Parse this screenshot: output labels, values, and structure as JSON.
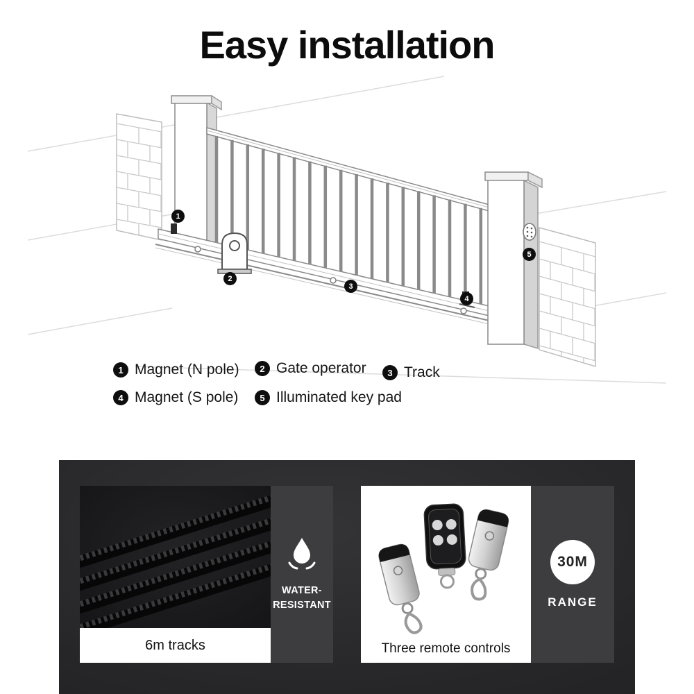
{
  "title": "Easy installation",
  "callouts": [
    "1",
    "2",
    "3",
    "4",
    "5"
  ],
  "legend": [
    {
      "num": "1",
      "label": "Magnet (N pole)"
    },
    {
      "num": "2",
      "label": "Gate operator"
    },
    {
      "num": "3",
      "label": "Track"
    },
    {
      "num": "4",
      "label": "Magnet (S pole)"
    },
    {
      "num": "5",
      "label": "Illuminated key pad"
    }
  ],
  "features": {
    "tracks": {
      "caption": "6m tracks",
      "icon": "water-drop-icon",
      "badge": {
        "line1": "WATER-",
        "line2": "RESISTANT"
      }
    },
    "remotes": {
      "caption": "Three remote controls",
      "badge": {
        "value": "30M",
        "label": "RANGE"
      }
    }
  },
  "colors": {
    "dark_bg": "#262628",
    "panel_gray": "#3d3d40",
    "callout_black": "#0e0e0e",
    "text_white": "#ffffff"
  }
}
